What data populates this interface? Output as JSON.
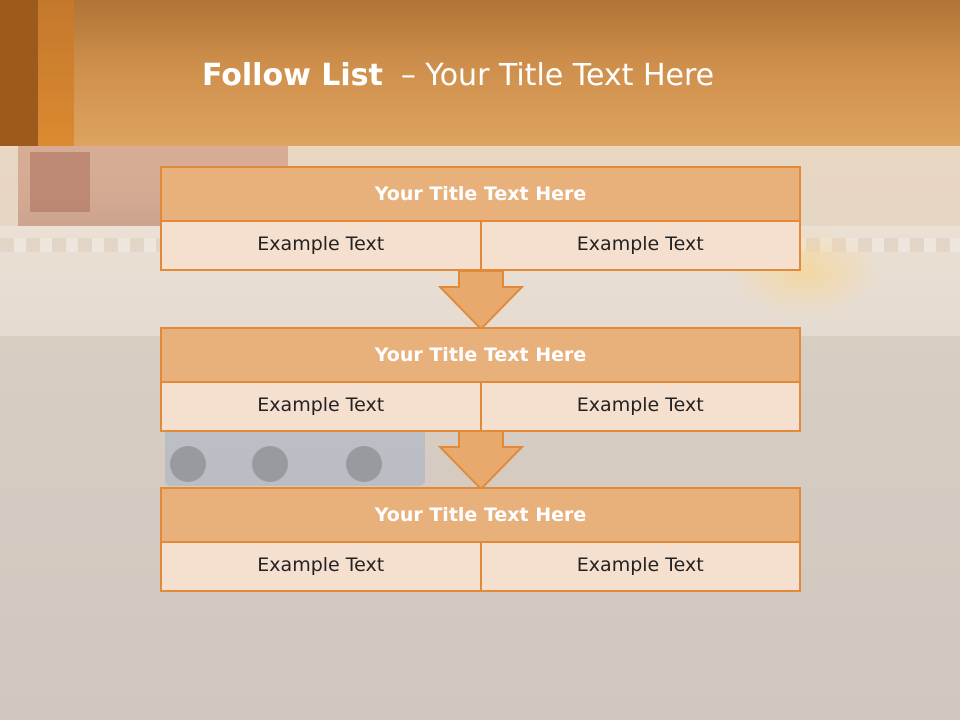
{
  "slide": {
    "title_bold": "Follow List",
    "title_rest": "– Your Title Text Here"
  },
  "colors": {
    "header": "#cf8f4c",
    "accent_dark": "#9c5a1c",
    "block_header": "#e8b07a",
    "block_border": "#e28a3a",
    "cell_fill": "#f5e0d0",
    "arrow_fill": "#e8a96c"
  },
  "blocks": [
    {
      "title": "Your Title Text Here",
      "left": "Example Text",
      "right": "Example Text"
    },
    {
      "title": "Your Title Text Here",
      "left": "Example Text",
      "right": "Example Text"
    },
    {
      "title": "Your Title Text Here",
      "left": "Example Text",
      "right": "Example Text"
    }
  ],
  "arrows": [
    {
      "icon": "down-arrow-icon"
    },
    {
      "icon": "down-arrow-icon"
    }
  ]
}
